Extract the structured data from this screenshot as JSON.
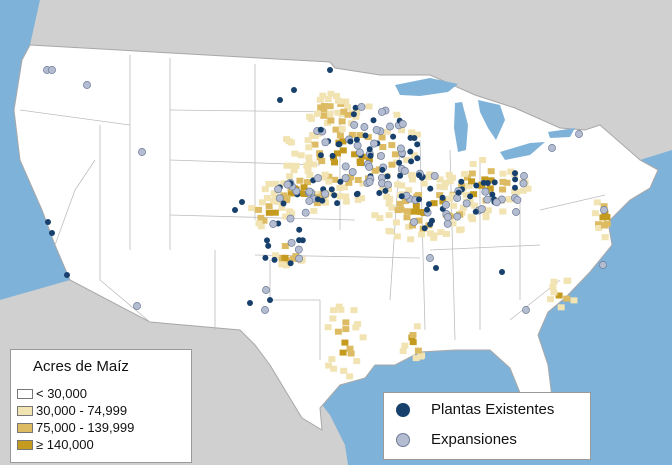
{
  "colors": {
    "water": "#7fb2d9",
    "land": "#ffffff",
    "foreign_land": "#d0d0d0",
    "border": "#a8a8a8",
    "existing_plant": "#17406d",
    "expansion": "#b3bcd0",
    "expansion_stroke": "#6f7d98"
  },
  "corn_legend": {
    "title": "Acres de Maíz",
    "classes": [
      {
        "label": "< 30,000",
        "color": "#ffffff"
      },
      {
        "label": "30,000 - 74,999",
        "color": "#f2e3b3"
      },
      {
        "label": "75,000 - 139,999",
        "color": "#dcbb63"
      },
      {
        "label": "≥ 140,000",
        "color": "#c49b1f"
      }
    ]
  },
  "plant_legend": {
    "existing_label": "Plantas Existentes",
    "expansion_label": "Expansiones"
  }
}
